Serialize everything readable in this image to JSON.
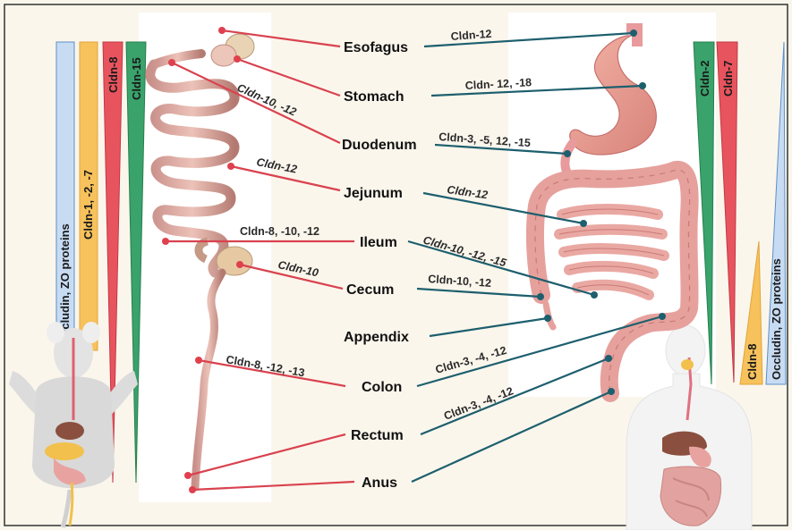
{
  "colors": {
    "background": "#fbf6ec",
    "frame": "#333333",
    "mouse_line": "#d9424f",
    "human_line": "#1d5f6e",
    "blue": "#c7dcf3",
    "orange": "#f7c25c",
    "red": "#e8545e",
    "green": "#3aa26b"
  },
  "mouse_gradients": [
    {
      "label": "Occludin, ZO proteins",
      "color": "blue"
    },
    {
      "label": "Cldn-1, -2, -7",
      "color": "orange"
    },
    {
      "label": "Cldn-8",
      "color": "red"
    },
    {
      "label": "Cldn-15",
      "color": "green"
    }
  ],
  "human_gradients": [
    {
      "label": "Cldn-2",
      "color": "green"
    },
    {
      "label": "Cldn-7",
      "color": "red"
    },
    {
      "label": "Cldn-8",
      "color": "orange"
    },
    {
      "label": "Occludin, ZO proteins",
      "color": "blue"
    }
  ],
  "organs": [
    "Esofagus",
    "Stomach",
    "Duodenum",
    "Jejunum",
    "Ileum",
    "Cecum",
    "Appendix",
    "Colon",
    "Rectum",
    "Anus"
  ],
  "mouse_claudins": [
    "Cldn-10, -12",
    "Cldn-12",
    "Cldn-8, -10, -12",
    "Cldn-10",
    "Cldn-8, -12, -13"
  ],
  "human_claudins": [
    "Cldn-12",
    "Cldn- 12, -18",
    "Cldn-3, -5, 12, -15",
    "Cldn-12",
    "Cldn-10, -12, -15",
    "Cldn-10, -12",
    "Cldn-3, -4, -12",
    "Cldn-3, -4, -12"
  ],
  "icons": [
    "mouse-silhouette-icon",
    "human-silhouette-icon",
    "mouse-intestine-icon",
    "human-stomach-icon",
    "human-intestine-icon"
  ]
}
